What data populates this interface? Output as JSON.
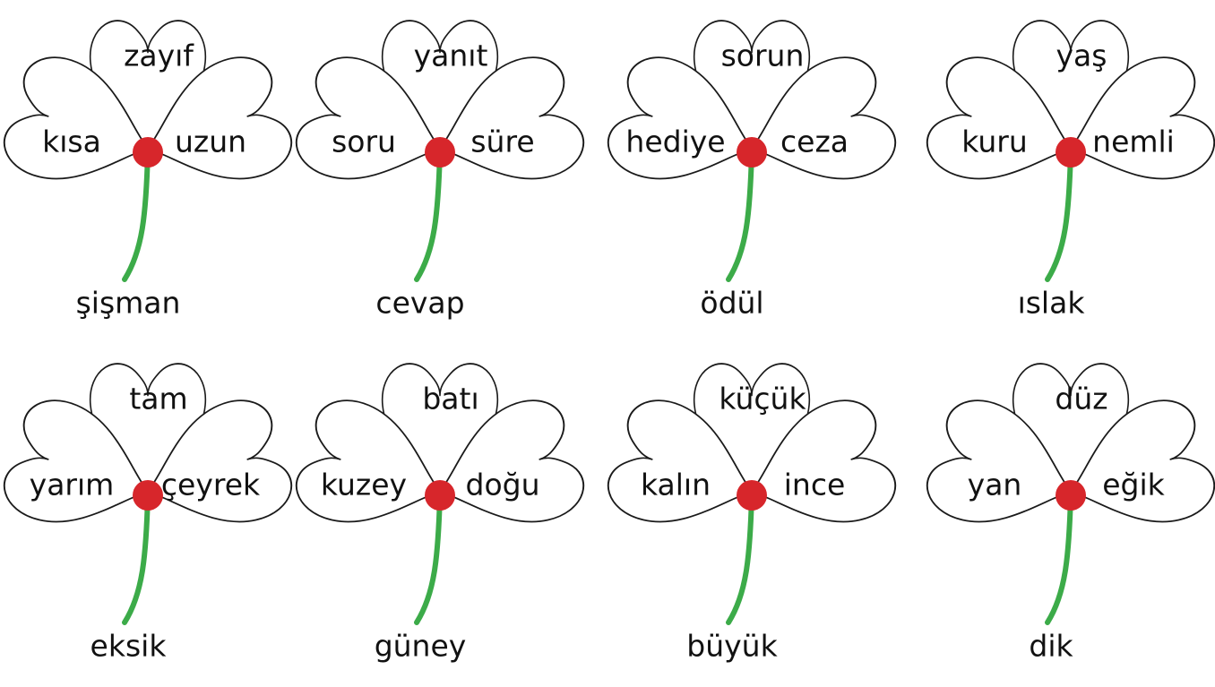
{
  "colors": {
    "center": "#d7262b",
    "stem": "#3cab49",
    "outline": "#1a1a1a",
    "text": "#111111"
  },
  "clovers": [
    {
      "top": "zayıf",
      "left": "kısa",
      "right": "uzun",
      "bottom": "şişman"
    },
    {
      "top": "yanıt",
      "left": "soru",
      "right": "süre",
      "bottom": "cevap"
    },
    {
      "top": "sorun",
      "left": "hediye",
      "right": "ceza",
      "bottom": "ödül"
    },
    {
      "top": "yaş",
      "left": "kuru",
      "right": "nemli",
      "bottom": "ıslak"
    },
    {
      "top": "tam",
      "left": "yarım",
      "right": "çeyrek",
      "bottom": "eksik"
    },
    {
      "top": "batı",
      "left": "kuzey",
      "right": "doğu",
      "bottom": "güney"
    },
    {
      "top": "küçük",
      "left": "kalın",
      "right": "ince",
      "bottom": "büyük"
    },
    {
      "top": "düz",
      "left": "yan",
      "right": "eğik",
      "bottom": "dik"
    }
  ]
}
